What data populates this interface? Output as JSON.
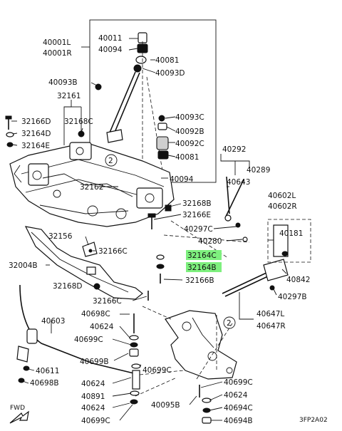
{
  "labels": {
    "p40001L": "40001L",
    "p40001R": "40001R",
    "p40011": "40011",
    "p40094a": "40094",
    "p40081a": "40081",
    "p40093D": "40093D",
    "p40093B": "40093B",
    "p32161": "32161",
    "p32166D": "32166D",
    "p32164D": "32164D",
    "p32164E": "32164E",
    "p32168C": "32168C",
    "p40093C": "40093C",
    "p40092B": "40092B",
    "p40092C": "40092C",
    "p40081b": "40081",
    "p40094b": "40094",
    "p40292": "40292",
    "p40289": "40289",
    "p40643": "40643",
    "p32162": "32162",
    "p40602L": "40602L",
    "p40602R": "40602R",
    "p32168B": "32168B",
    "p32166E": "32166E",
    "p40181": "40181",
    "p40297C": "40297C",
    "p40280": "40280",
    "p32156": "32156",
    "p32166Ca": "32166C",
    "p32164C": "32164C",
    "p32164B": "32164B",
    "p32004B": "32004B",
    "p32166B": "32166B",
    "p40842": "40842",
    "p32168D": "32168D",
    "p40297B": "40297B",
    "p32166Cb": "32166C",
    "p40647L": "40647L",
    "p40647R": "40647R",
    "p40603": "40603",
    "p40698C": "40698C",
    "p40624a": "40624",
    "p40699Ca": "40699C",
    "p40699B": "40699B",
    "p40699Cb": "40699C",
    "p40611": "40611",
    "p40698B": "40698B",
    "p40624b": "40624",
    "p40891": "40891",
    "p40624c": "40624",
    "p40699Cc": "40699C",
    "p40095B": "40095B",
    "p40699Cd": "40699C",
    "p40624d": "40624",
    "p40694C": "40694C",
    "p40694B": "40694B",
    "fwd": "FWD",
    "ref": "3FP2A02",
    "circ1": "2",
    "circ2": "2"
  },
  "colors": {
    "highlight": "#7ef07e",
    "line": "#111111"
  }
}
